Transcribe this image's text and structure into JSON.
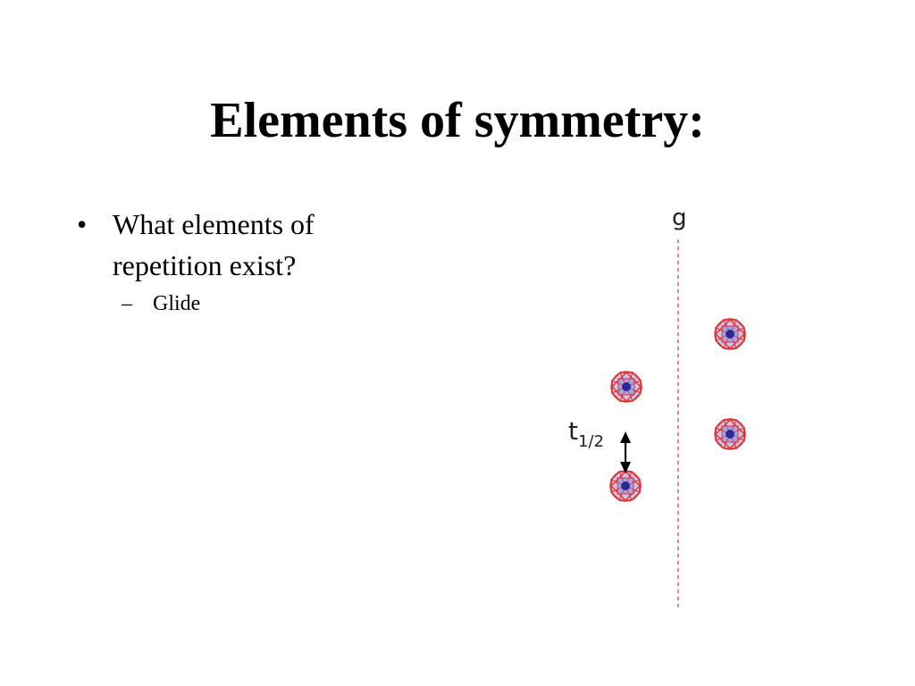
{
  "slide": {
    "title": "Elements of symmetry:",
    "bullets": [
      {
        "marker": "•",
        "text": "What elements of repetition exist?",
        "sub_bullets": [
          {
            "marker": "–",
            "text": "Glide"
          }
        ]
      }
    ]
  },
  "diagram": {
    "glide_plane_label": "g",
    "translation_label_main": "t",
    "translation_label_sub": "1/2",
    "motif_count": 4,
    "colors": {
      "glide_line": "#f08080",
      "motif_outline": "#e8322f",
      "motif_fill": "#8a86d6",
      "motif_core": "#2a2a9a",
      "arrow": "#000000"
    },
    "icons": [
      "glide-plane-line",
      "motif-octahedron-icon",
      "double-arrow-icon"
    ]
  }
}
